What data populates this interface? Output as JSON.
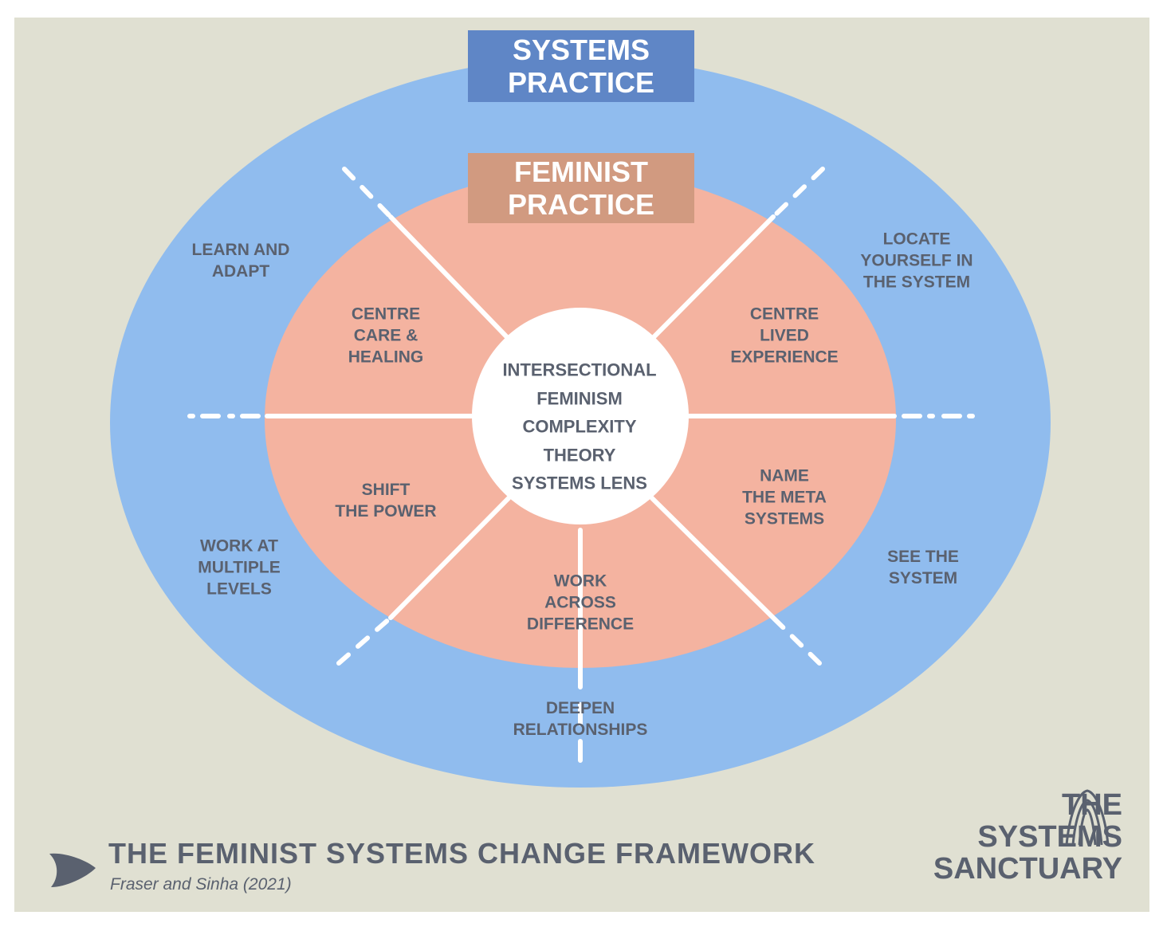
{
  "colors": {
    "background": "#e0e0d2",
    "outer_ring": "#90bcee",
    "inner_ring": "#f4b3a0",
    "systems_practice_box": "#5f86c6",
    "feminist_practice_box": "#d19a80",
    "text": "#5a616f"
  },
  "systems_practice": {
    "title": "SYSTEMS\nPRACTICE",
    "items": {
      "learn_and_adapt": "LEARN AND\nADAPT",
      "locate_yourself": "LOCATE\nYOURSELF IN\nTHE SYSTEM",
      "work_at_multiple_levels": "WORK AT\nMULTIPLE\nLEVELS",
      "see_the_system": "SEE THE\nSYSTEM",
      "deepen_relationships": "DEEPEN\nRELATIONSHIPS"
    }
  },
  "feminist_practice": {
    "title": "FEMINIST\nPRACTICE",
    "items": {
      "centre_care": "CENTRE\nCARE &\nHEALING",
      "centre_lived_experience": "CENTRE\nLIVED\nEXPERIENCE",
      "shift_the_power": "SHIFT\nTHE POWER",
      "name_meta_systems": "NAME\nTHE META\nSYSTEMS",
      "work_across_difference": "WORK\nACROSS\nDIFFERENCE"
    }
  },
  "core": {
    "text": "INTERSECTIONAL\nFEMINISM\nCOMPLEXITY\nTHEORY\nSYSTEMS LENS"
  },
  "footer": {
    "title": "THE FEMINIST SYSTEMS CHANGE FRAMEWORK",
    "citation": "Fraser and Sinha (2021)",
    "icon": "leaf-arrow-icon"
  },
  "logo": {
    "text": "THE\nSYSTEMS\nSANCTUARY",
    "icon": "arches-icon"
  }
}
